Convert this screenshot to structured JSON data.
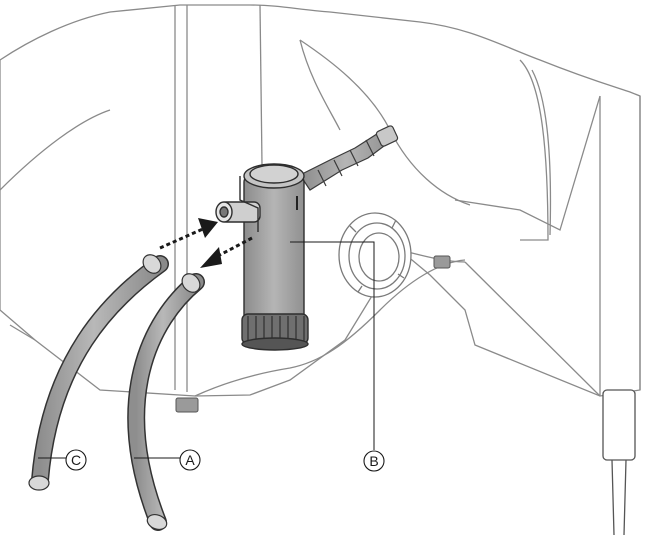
{
  "callouts": {
    "a": "A",
    "b": "B",
    "c": "C"
  },
  "colors": {
    "outline": "#7a7a7a",
    "appliance_fill": "#ffffff",
    "part_fill": "#a9a9a9",
    "part_dark": "#3a3a3a",
    "arrow": "#1a1a1a"
  },
  "icons": [
    "arrow-in-icon",
    "arrow-out-icon"
  ]
}
